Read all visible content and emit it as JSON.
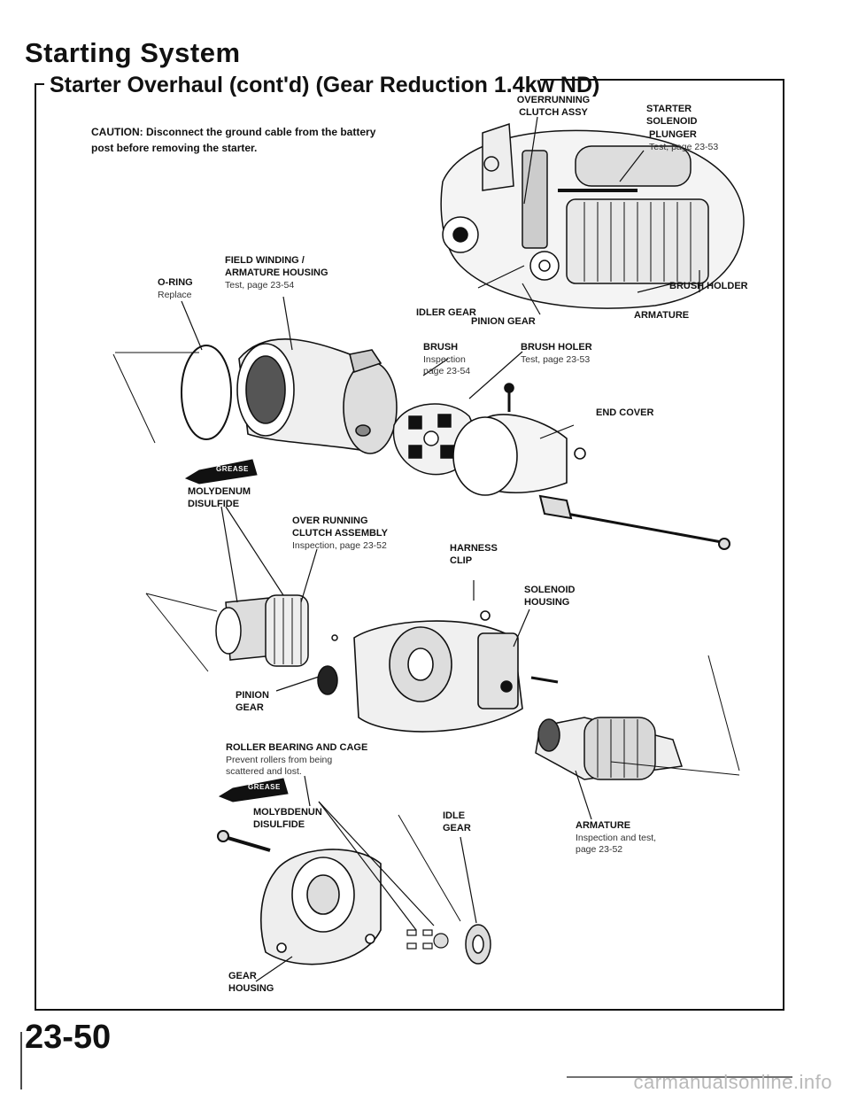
{
  "header": {
    "title": "Starting System",
    "section": "Starter Overhaul (cont'd) (Gear Reduction 1.4kw ND)"
  },
  "caution": "CAUTION: Disconnect the ground cable from the battery post before removing the starter.",
  "labels": {
    "overrunning_clutch_assy": "OVERRUNNING CLUTCH ASSY",
    "starter_solenoid": "STARTER SOLENOID",
    "plunger": "PLUNGER",
    "plunger_sub": "Test, page 23-53",
    "o_ring": "O-RING",
    "o_ring_sub": "Replace",
    "field_winding_1": "FIELD WINDING /",
    "field_winding_2": "ARMATURE HOUSING",
    "field_winding_sub": "Test, page 23-54",
    "idler_gear": "IDLER GEAR",
    "brush_holder": "BRUSH HOLDER",
    "pinion_gear_top": "PINION GEAR",
    "armature_top": "ARMATURE",
    "brush": "BRUSH",
    "brush_sub_1": "Inspection",
    "brush_sub_2": "page 23-54",
    "brush_holer": "BRUSH HOLER",
    "brush_holer_sub": "Test, page 23-53",
    "end_cover": "END COVER",
    "moly_1_a": "MOLYDENUM",
    "moly_1_b": "DISULFIDE",
    "over_running_1": "OVER RUNNING",
    "over_running_2": "CLUTCH ASSEMBLY",
    "over_running_sub": "Inspection, page 23-52",
    "harness_clip_1": "HARNESS",
    "harness_clip_2": "CLIP",
    "solenoid_housing_1": "SOLENOID",
    "solenoid_housing_2": "HOUSING",
    "pinion_gear_bottom_1": "PINION",
    "pinion_gear_bottom_2": "GEAR",
    "roller_bearing": "ROLLER BEARING and CAGE",
    "roller_bearing_sub_1": "Prevent rollers from being",
    "roller_bearing_sub_2": "scattered and lost.",
    "moly_2_a": "MOLYBDENUN",
    "moly_2_b": "DISULFIDE",
    "idle_gear_1": "IDLE",
    "idle_gear_2": "GEAR",
    "armature_bottom": "ARMATURE",
    "armature_bottom_sub_1": "Inspection and test,",
    "armature_bottom_sub_2": "page 23-52",
    "gear_housing_1": "GEAR",
    "gear_housing_2": "HOUSING",
    "grease_badge": "GREASE"
  },
  "footer": {
    "page_number": "23-50",
    "watermark": "carmanualsonline.info"
  },
  "colors": {
    "ink": "#111111",
    "paper": "#ffffff",
    "watermark": "#b9b9b9"
  }
}
